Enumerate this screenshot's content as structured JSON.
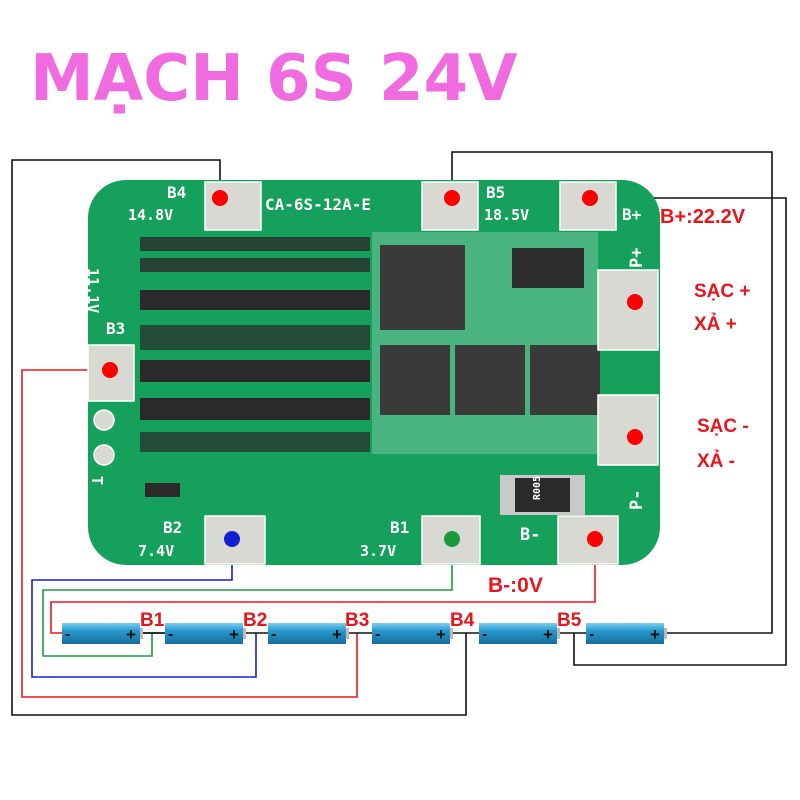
{
  "title": "MẠCH 6S 24V",
  "board": {
    "model": "CA-6S-12A-E",
    "pads": {
      "b4": {
        "name": "B4",
        "voltage": "14.8V"
      },
      "b5": {
        "name": "B5",
        "voltage": "18.5V"
      },
      "bplus": {
        "name": "B+"
      },
      "pplus": {
        "name": "P+"
      },
      "b3": {
        "name": "B3",
        "voltage": "11.1V"
      },
      "b2": {
        "name": "B2",
        "voltage": "7.4V"
      },
      "b1": {
        "name": "B1",
        "voltage": "3.7V"
      },
      "bminus": {
        "name": "B-"
      },
      "pminus": {
        "name": "P-"
      },
      "t": {
        "name": "T"
      }
    },
    "resistor_marking": "R005"
  },
  "annotations": {
    "bplus": "B+:22.2V",
    "bminus": "B-:0V",
    "charge_plus": "SẠC +",
    "discharge_plus": "XẢ +",
    "charge_minus": "SẠC -",
    "discharge_minus": "XẢ -"
  },
  "cells": {
    "minus": "-",
    "plus": "+",
    "junctions": [
      "B1",
      "B2",
      "B3",
      "B4",
      "B5"
    ],
    "count": 6
  },
  "colors": {
    "title": "#f06be0",
    "board": "#15a05c",
    "pad": "#d9d9d4",
    "red": "#e8161c",
    "blue": "#1020d0",
    "green": "#1a9a40",
    "cell": "#2a9ad0"
  }
}
